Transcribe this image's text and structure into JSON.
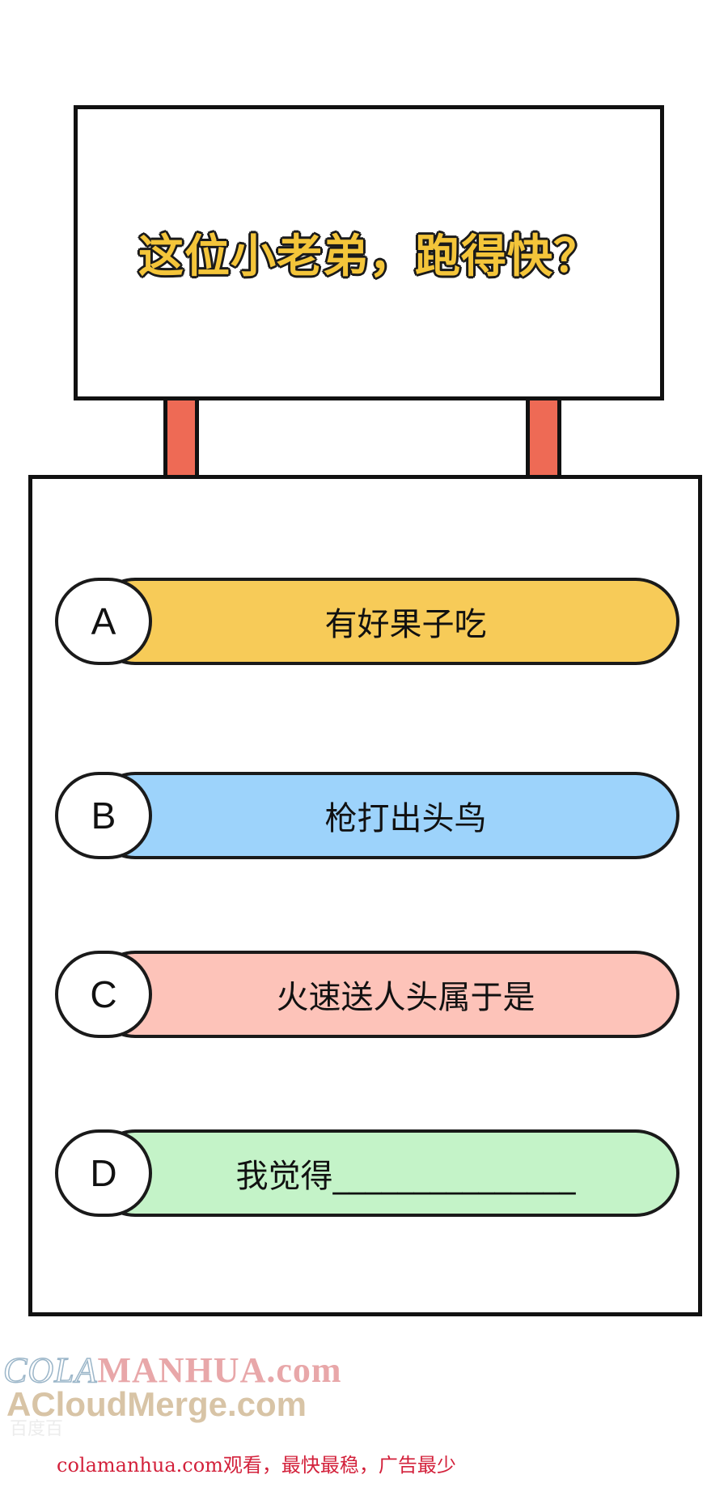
{
  "sign": {
    "title": "这位小老弟，跑得快？"
  },
  "options": [
    {
      "letter": "A",
      "text": "有好果子吃",
      "color": "#f7cb58"
    },
    {
      "letter": "B",
      "text": "枪打出头鸟",
      "color": "#9dd3fb"
    },
    {
      "letter": "C",
      "text": "火速送人头属于是",
      "color": "#fdc3b9"
    },
    {
      "letter": "D",
      "text": "我觉得_______________",
      "color": "#c4f3c8"
    }
  ],
  "watermark": {
    "line1_part1": "COLA",
    "line1_part2": "MANHUA.com",
    "line2": "ACloudMerge.com",
    "line3": "百度百"
  },
  "footer": {
    "text": "colamanhua.com观看，最快最稳，广告最少"
  }
}
